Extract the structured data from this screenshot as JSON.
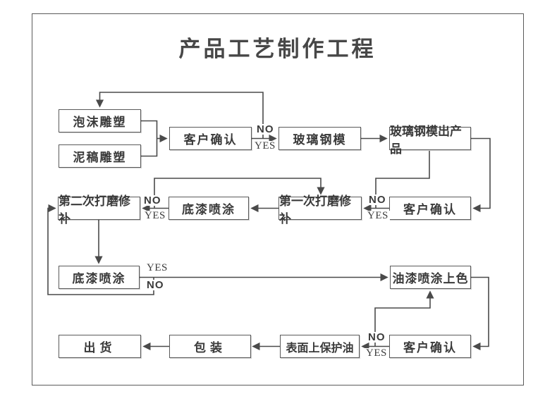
{
  "title": "产品工艺制作工程",
  "labels": {
    "no": "NO",
    "yes": "YES"
  },
  "nodes": {
    "foam": {
      "label": "泡沫雕塑"
    },
    "clay": {
      "label": "泥稿雕塑"
    },
    "confirm1": {
      "label": "客户确认"
    },
    "mold": {
      "label": "玻璃钢模"
    },
    "mold_product": {
      "label": "玻璃钢模出产品"
    },
    "sanding2": {
      "label": "第二次打磨修补"
    },
    "primer1": {
      "label": "底漆喷涂"
    },
    "sanding1": {
      "label": "第一次打磨修补"
    },
    "confirm2": {
      "label": "客户确认"
    },
    "primer2": {
      "label": "底漆喷涂"
    },
    "paint": {
      "label": "油漆喷涂上色"
    },
    "ship": {
      "label": "出货"
    },
    "pack": {
      "label": "包装"
    },
    "protective_oil": {
      "label": "表面上保护油"
    },
    "confirm3": {
      "label": "客户确认"
    }
  },
  "edges": [
    {
      "from": "泡沫雕塑",
      "to": "客户确认",
      "label": ""
    },
    {
      "from": "泥稿雕塑",
      "to": "客户确认",
      "label": ""
    },
    {
      "from": "客户确认",
      "to": "玻璃钢模",
      "label": "YES"
    },
    {
      "from": "客户确认",
      "to": "泡沫雕塑",
      "label": "NO"
    },
    {
      "from": "玻璃钢模",
      "to": "玻璃钢模出产品",
      "label": ""
    },
    {
      "from": "玻璃钢模出产品",
      "to": "客户确认#2",
      "label": ""
    },
    {
      "from": "客户确认#2",
      "to": "第一次打磨修补",
      "label": "YES"
    },
    {
      "from": "客户确认#2",
      "to": "玻璃钢模出产品",
      "label": "NO"
    },
    {
      "from": "第一次打磨修补",
      "to": "底漆喷涂",
      "label": ""
    },
    {
      "from": "底漆喷涂",
      "to": "第二次打磨修补",
      "label": "YES"
    },
    {
      "from": "底漆喷涂",
      "to": "第一次打磨修补",
      "label": "NO"
    },
    {
      "from": "第二次打磨修补",
      "to": "底漆喷涂#2",
      "label": ""
    },
    {
      "from": "底漆喷涂#2",
      "to": "油漆喷涂上色",
      "label": "YES"
    },
    {
      "from": "底漆喷涂#2",
      "to": "第二次打磨修补",
      "label": "NO"
    },
    {
      "from": "油漆喷涂上色",
      "to": "客户确认#3",
      "label": ""
    },
    {
      "from": "客户确认#3",
      "to": "表面上保护油",
      "label": "YES"
    },
    {
      "from": "客户确认#3",
      "to": "油漆喷涂上色",
      "label": "NO"
    },
    {
      "from": "表面上保护油",
      "to": "包装",
      "label": ""
    },
    {
      "from": "包装",
      "to": "出货",
      "label": ""
    }
  ],
  "colors": {
    "line": "#4a4a4a",
    "box_border": "#5a5a5a",
    "text": "#3a3a3a",
    "background": "#ffffff"
  }
}
